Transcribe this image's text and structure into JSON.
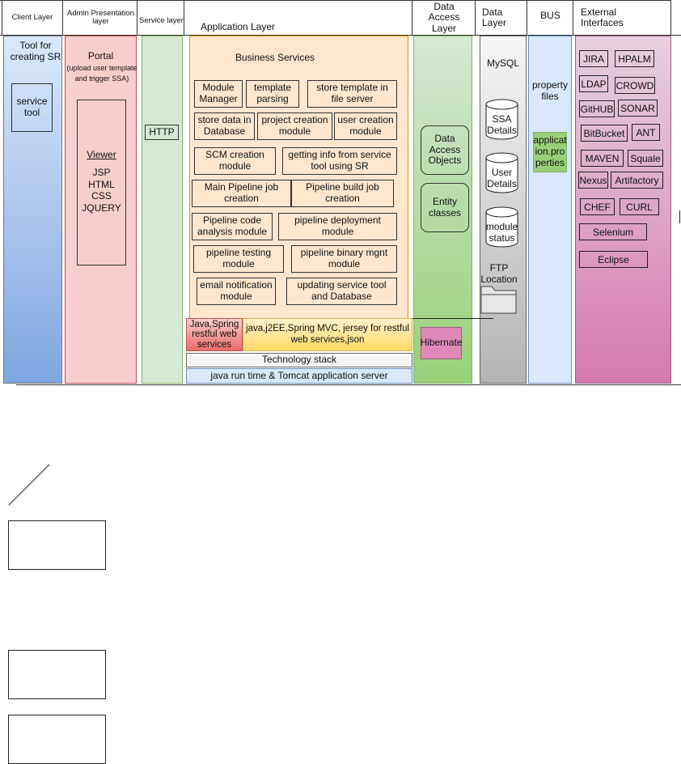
{
  "headers": {
    "client": "Client Layer",
    "admin": "Admin Presentation layer",
    "service": "Service layer",
    "application": "Application Layer",
    "data_access": "Data Access Layer",
    "data": "Data Layer",
    "bus": "BUS",
    "external": "External Interfaces"
  },
  "client": {
    "tool_title": "Tool for creating SR",
    "service_tool": "service tool"
  },
  "admin": {
    "portal": "Portal",
    "portal_note": "(upload user template and trigger SSA)",
    "viewer": "Viewer",
    "viewer_tech": "JSP\nHTML\nCSS\nJQUERY"
  },
  "service": {
    "http": "HTTP"
  },
  "application": {
    "title": "Business Services",
    "modules": [
      "Module Manager",
      "template parsing",
      "store template in file server",
      "store data in Database",
      "project creation module",
      "user creation module",
      "SCM creation module",
      "getting info from service tool using SR",
      "Main Pipeline job creation",
      "Pipeline build job creation",
      "Pipeline code analysis module",
      "pipeline deployment module",
      "pipeline testing module",
      "pipeline binary mgnt module",
      "email notification module",
      "updating service tool and Database"
    ],
    "java_spring": "Java,Spring restful web services",
    "java_stack": "java,j2EE,Spring MVC, jersey for restful web services,json",
    "tech_stack": "Technology stack",
    "runtime": "java run time & Tomcat application server"
  },
  "data_access": {
    "dao": "Data Access Objects",
    "entity": "Entity classes",
    "hibernate": "Hibernate"
  },
  "data": {
    "mysql": "MySQL",
    "ssa": "SSA Details",
    "user": "User Details",
    "module": "module status",
    "ftp": "FTP Location"
  },
  "bus": {
    "property": "property files",
    "app_props": "applicat ion.pro perties"
  },
  "external": {
    "items": [
      "JIRA",
      "HPALM",
      "LDAP",
      "CROWD",
      "GitHUB",
      "SONAR",
      "BitBucket",
      "ANT",
      "MAVEN",
      "Squale",
      "Nexus",
      "Artifactory",
      "CHEF",
      "CURL",
      "Selenium",
      "Eclipse"
    ]
  },
  "colors": {
    "client": "#7ea6e0",
    "admin": "#f8cecc",
    "service": "#d5e8d4",
    "application": "#ffe6cc",
    "data_access": "#97d077",
    "data": "#c0c0c0",
    "bus": "#dae8fc",
    "external": "#e6a3c6",
    "hibernate": "#e089b8"
  }
}
